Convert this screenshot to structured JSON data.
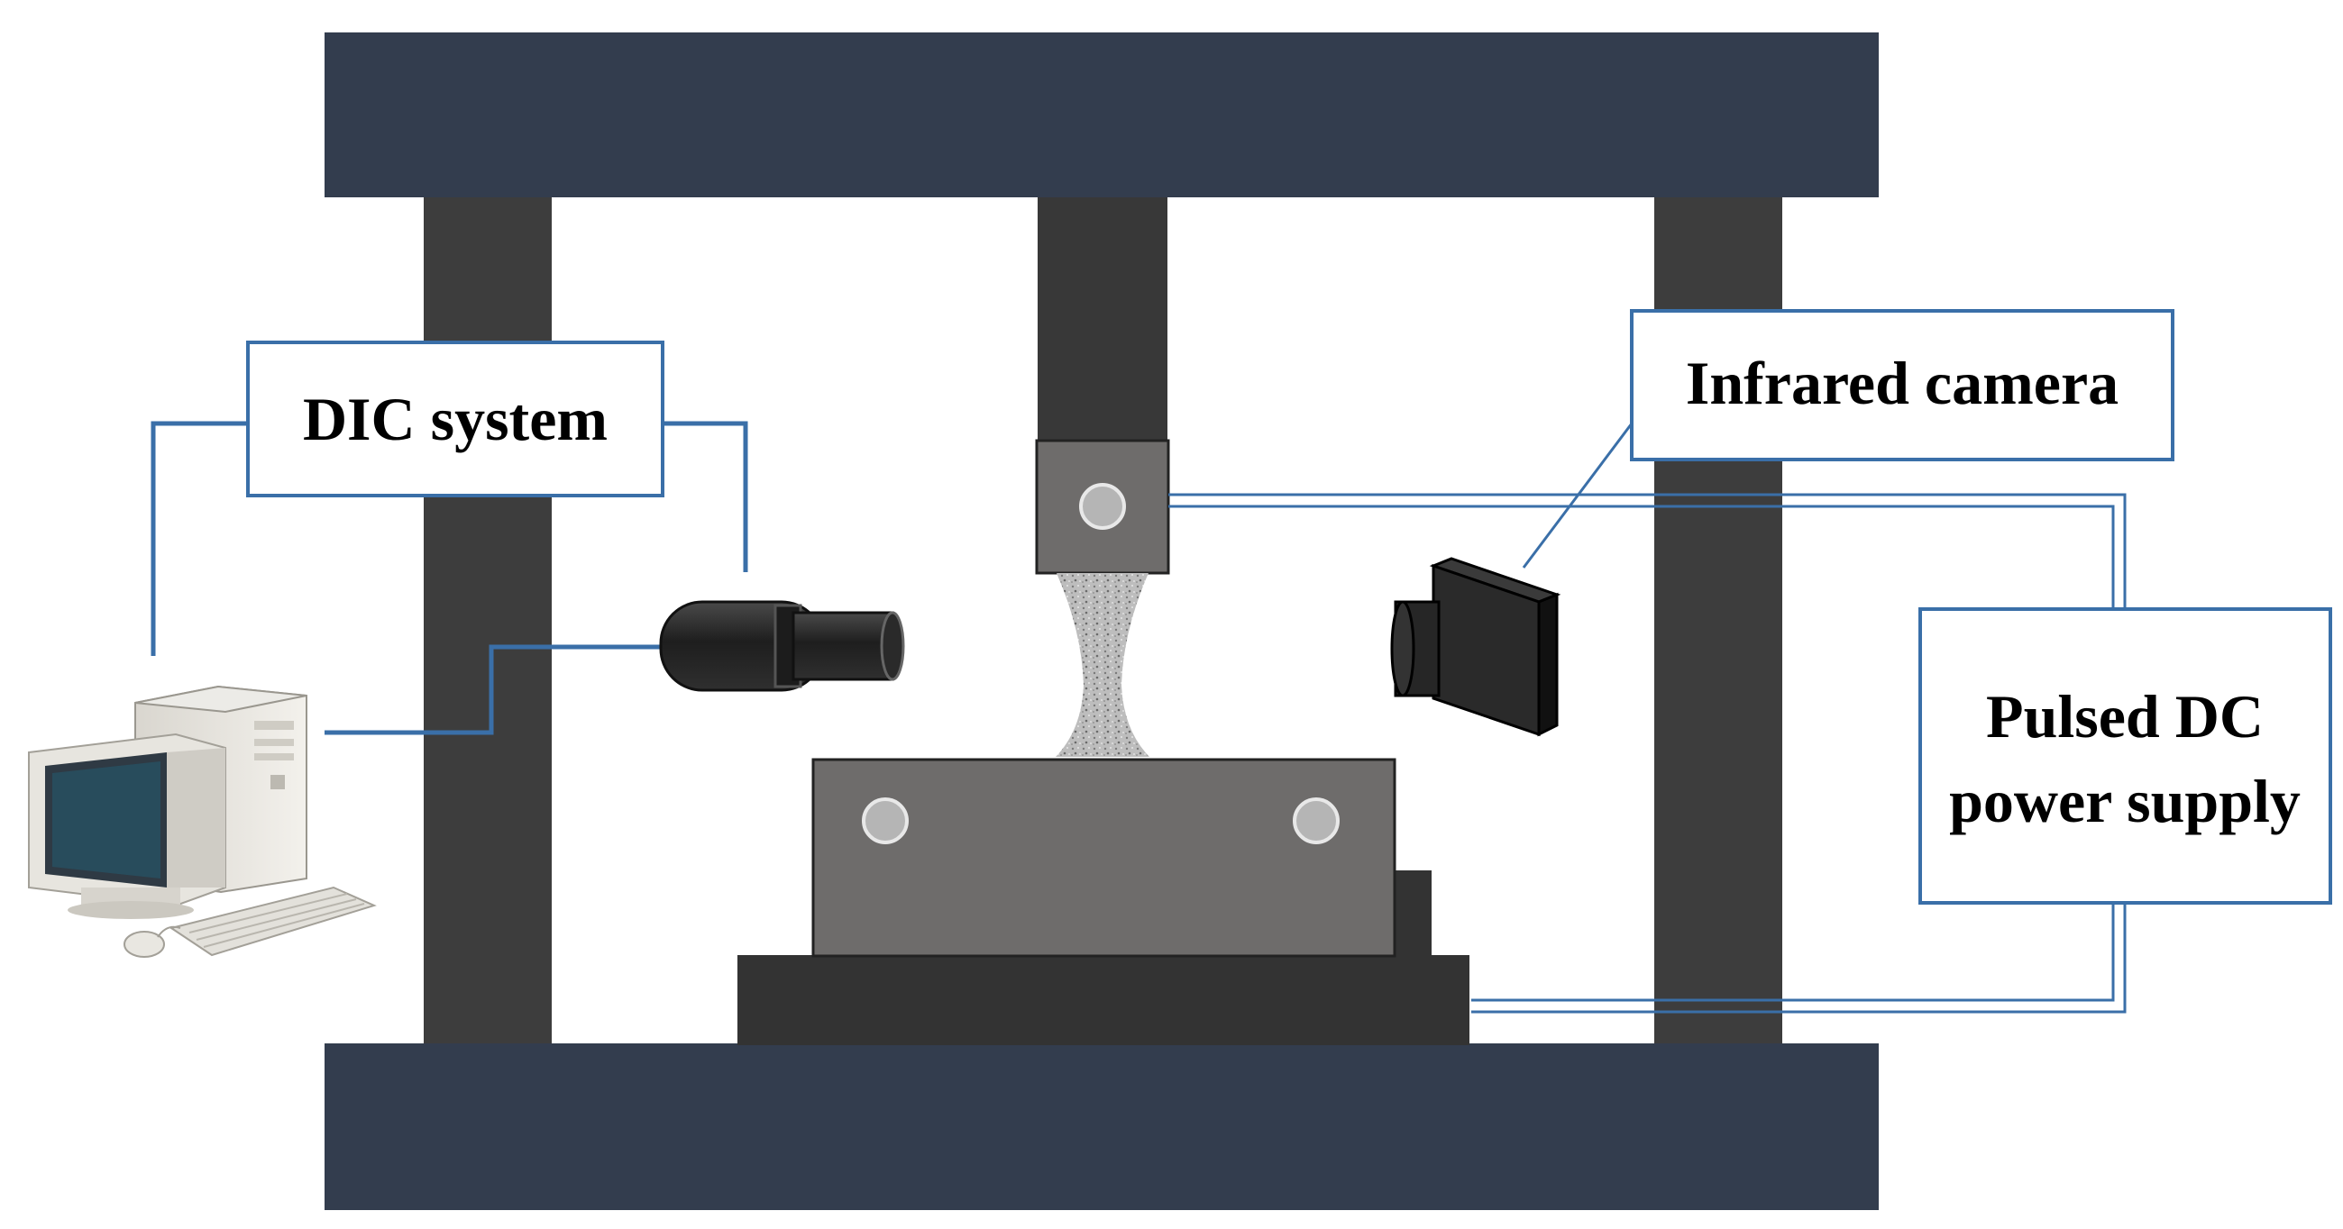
{
  "labels": {
    "dic_system": "DIC system",
    "infrared_camera": "Infrared camera",
    "power_supply_line1": "Pulsed DC",
    "power_supply_line2": "power supply"
  },
  "colors": {
    "frame_crosshead": "#333d4e",
    "column": "#3d3d3d",
    "upper_grip_rod": "#383838",
    "grip_block": "#6e6c6b",
    "lower_base": "#333333",
    "pin": "#b5b5b5",
    "connector_line": "#3a6fa8",
    "label_border": "#3a6fa8",
    "camera_body": "#222222",
    "specimen": "#b9b9b9"
  }
}
